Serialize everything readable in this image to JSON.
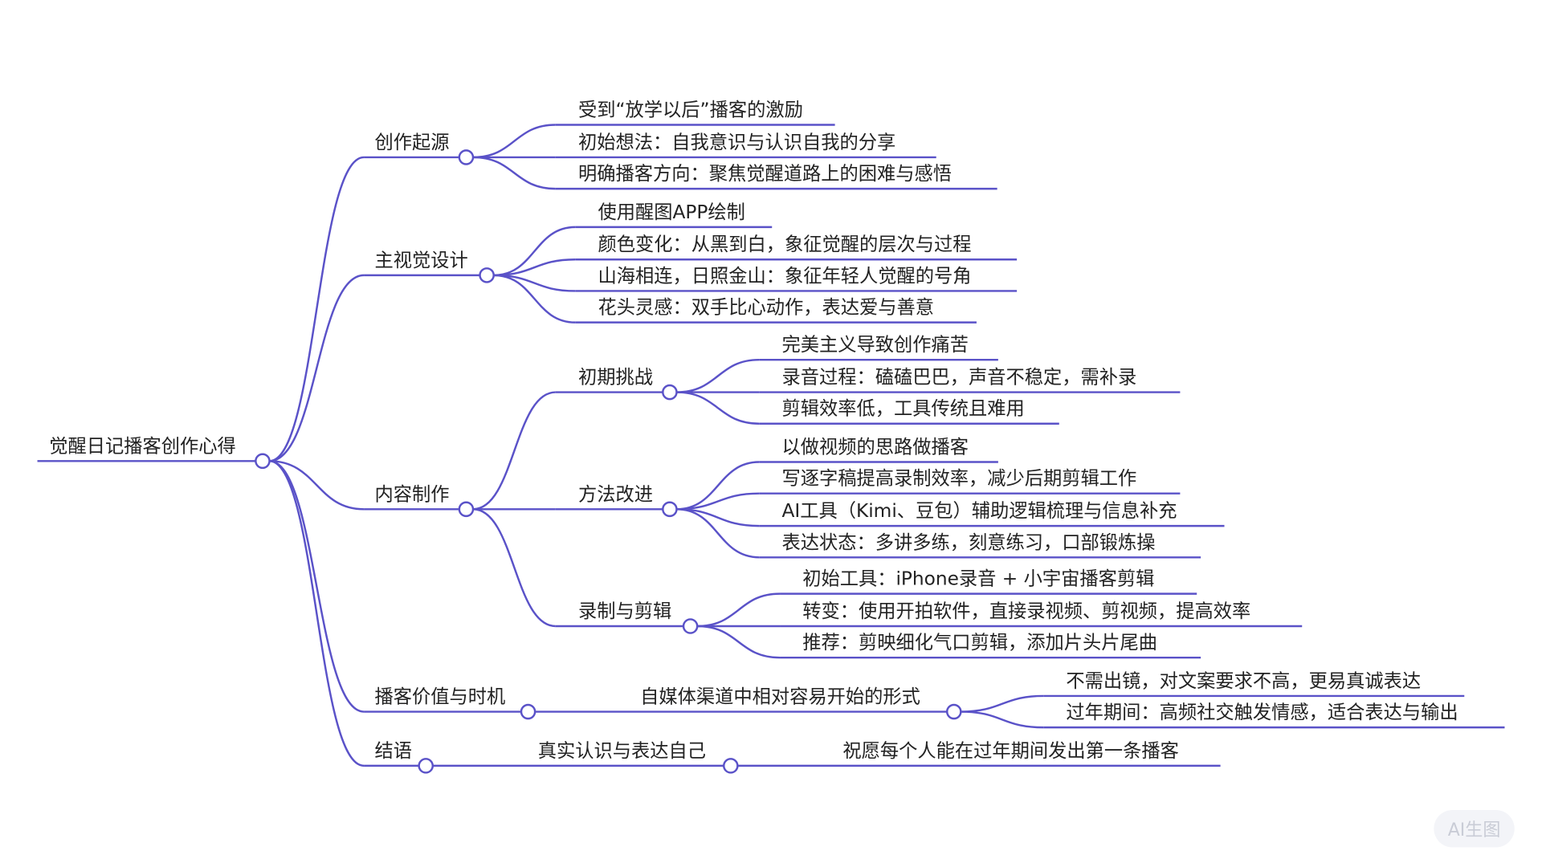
{
  "line_color": "#5a52c8",
  "tree": {
    "label": "觉醒日记播客创作心得",
    "children": [
      {
        "label": "创作起源",
        "children": [
          {
            "label": "受到“放学以后”播客的激励"
          },
          {
            "label": "初始想法：自我意识与认识自我的分享"
          },
          {
            "label": "明确播客方向：聚焦觉醒道路上的困难与感悟"
          }
        ]
      },
      {
        "label": "主视觉设计",
        "children": [
          {
            "label": "使用醒图APP绘制"
          },
          {
            "label": "颜色变化：从黑到白，象征觉醒的层次与过程"
          },
          {
            "label": "山海相连，日照金山：象征年轻人觉醒的号角"
          },
          {
            "label": "花头灵感：双手比心动作，表达爱与善意"
          }
        ]
      },
      {
        "label": "内容制作",
        "children": [
          {
            "label": "初期挑战",
            "children": [
              {
                "label": "完美主义导致创作痛苦"
              },
              {
                "label": "录音过程：磕磕巴巴，声音不稳定，需补录"
              },
              {
                "label": "剪辑效率低，工具传统且难用"
              }
            ]
          },
          {
            "label": "方法改进",
            "children": [
              {
                "label": "以做视频的思路做播客"
              },
              {
                "label": "写逐字稿提高录制效率，减少后期剪辑工作"
              },
              {
                "label": "AI工具（Kimi、豆包）辅助逻辑梳理与信息补充"
              },
              {
                "label": "表达状态：多讲多练，刻意练习，口部锻炼操"
              }
            ]
          },
          {
            "label": "录制与剪辑",
            "children": [
              {
                "label": "初始工具：iPhone录音 + 小宇宙播客剪辑"
              },
              {
                "label": "转变：使用开拍软件，直接录视频、剪视频，提高效率"
              },
              {
                "label": "推荐：剪映细化气口剪辑，添加片头片尾曲"
              }
            ]
          }
        ]
      },
      {
        "label": "播客价值与时机",
        "children": [
          {
            "label": "自媒体渠道中相对容易开始的形式",
            "children": [
              {
                "label": "不需出镜，对文案要求不高，更易真诚表达"
              },
              {
                "label": "过年期间：高频社交触发情感，适合表达与输出"
              }
            ]
          }
        ]
      },
      {
        "label": "结语",
        "children": [
          {
            "label": "真实认识与表达自己",
            "children": [
              {
                "label": "祝愿每个人能在过年期间发出第一条播客"
              }
            ]
          }
        ]
      }
    ]
  },
  "watermark": "AI生图"
}
